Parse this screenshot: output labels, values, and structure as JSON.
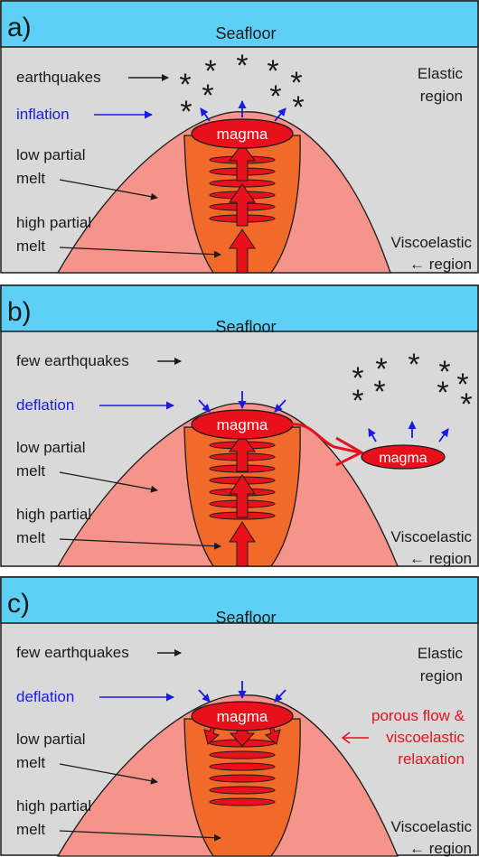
{
  "panels": [
    {
      "label": "a)",
      "seafloor": "Seafloor",
      "earthquakes_text": "earthquakes",
      "deformation_text": "inflation",
      "deformation_direction": "outward",
      "magma_label": "magma",
      "low_melt_lines": [
        "low partial",
        "melt"
      ],
      "high_melt_lines": [
        "high partial",
        "melt"
      ],
      "upper_right_lines": [
        "Elastic",
        "region"
      ],
      "lower_right_lines": [
        "Viscoelastic",
        "← region"
      ],
      "earthquake_glyph": "*",
      "earthquake_location": "above-chamber",
      "side_magma_label": "",
      "flow_text_lines": []
    },
    {
      "label": "b)",
      "seafloor": "Seafloor",
      "earthquakes_text": "few earthquakes",
      "deformation_text": "deflation",
      "deformation_direction": "inward",
      "magma_label": "magma",
      "low_melt_lines": [
        "low partial",
        "melt"
      ],
      "high_melt_lines": [
        "high partial",
        "melt"
      ],
      "upper_right_lines": [],
      "lower_right_lines": [
        "Viscoelastic",
        "← region"
      ],
      "earthquake_glyph": "*",
      "earthquake_location": "above-side-intrusion",
      "side_magma_label": "magma",
      "flow_text_lines": []
    },
    {
      "label": "c)",
      "seafloor": "Seafloor",
      "earthquakes_text": "few earthquakes",
      "deformation_text": "deflation",
      "deformation_direction": "inward",
      "magma_label": "magma",
      "low_melt_lines": [
        "low partial",
        "melt"
      ],
      "high_melt_lines": [
        "high partial",
        "melt"
      ],
      "upper_right_lines": [
        "Elastic",
        "region"
      ],
      "lower_right_lines": [
        "Viscoelastic",
        "← region"
      ],
      "earthquake_glyph": "",
      "earthquake_location": "none",
      "side_magma_label": "",
      "flow_text_lines": [
        "porous flow &",
        "viscoelastic",
        "relaxation"
      ]
    }
  ],
  "colors": {
    "ocean": "#5ecff5",
    "crust": "#d9d9d9",
    "low_melt": "#f5948a",
    "high_melt": "#f26a2a",
    "magma": "#e8101a",
    "deformation_arrow": "#1a1ae6",
    "text": "#1a1a1a",
    "flow_text": "#e8101a"
  }
}
